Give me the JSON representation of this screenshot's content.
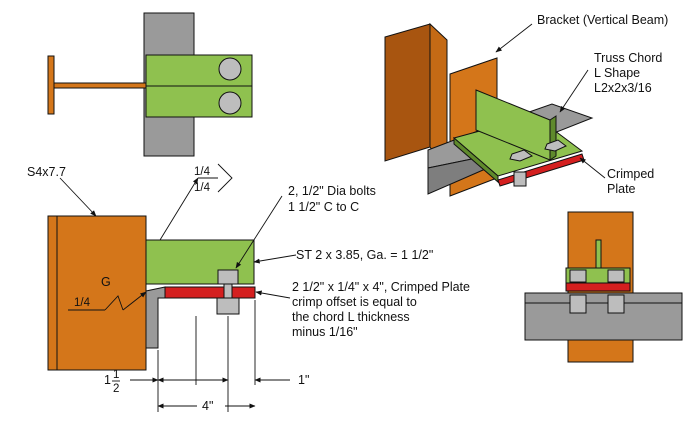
{
  "colors": {
    "beam": "#d4761a",
    "beam_dark": "#a85510",
    "tee": "#8fc14f",
    "tee_dark": "#5f8a2c",
    "chord": "#9a9a9a",
    "chord_dark": "#6e6e6e",
    "plate": "#d41f1f",
    "bolt": "#bdbdbd"
  },
  "icons": [
    "i-beam-end-view",
    "bolt-head",
    "weld-symbol-arrow",
    "dimension-arrow"
  ],
  "labels": {
    "bracket": "Bracket (Vertical Beam)",
    "truss_chord_1": "Truss Chord",
    "truss_chord_2": "L Shape",
    "truss_chord_3": "L2x2x3/16",
    "crimped_1": "Crimped",
    "crimped_2": "Plate",
    "beam_size": "S4x7.7",
    "weld_top_a": "1/4",
    "weld_top_b": "1/4",
    "bolts_1": "2, 1/2\" Dia bolts",
    "bolts_2": "1 1/2\" C to C",
    "tee_spec": "ST 2 x 3.85, Ga. = 1 1/2\"",
    "plate_1": "2 1/2\" x 1/4\" x 4\", Crimped Plate",
    "plate_2": "crimp offset is equal to",
    "plate_3": "the chord L thickness",
    "plate_4": "minus 1/16\"",
    "gauge": "G",
    "weld_side": "1/4",
    "dim_left_whole": "1",
    "dim_left_num": "1",
    "dim_left_den": "2",
    "dim_right": "1\"",
    "dim_total": "4\""
  }
}
